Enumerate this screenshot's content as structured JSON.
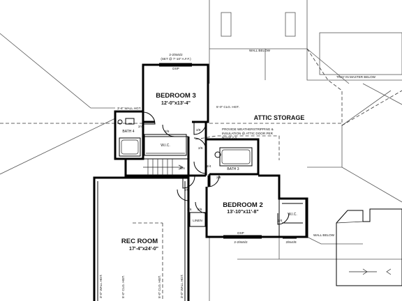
{
  "rooms": {
    "bedroom3": {
      "name": "BEDROOM 3",
      "dim": "12'-0\"x13'-4\""
    },
    "bedroom2": {
      "name": "BEDROOM 2",
      "dim": "13'-10\"x11'-8\""
    },
    "rec_room": {
      "name": "REC ROOM",
      "dim": "17'-4\"x24'-0\""
    },
    "attic": {
      "name": "ATTIC STORAGE"
    }
  },
  "labels": {
    "bath4": "BATH 4",
    "bath3": "BATH 3",
    "wic_left": "W.I.C.",
    "wic_right": "W.I.C.",
    "linen": "LINEN",
    "wall_below_top": "WALL BELOW",
    "tray_master": "TRAY IN MASTER BELOW",
    "wall_below_right": "WALL BELOW",
    "attic_note_1": "PROVIDE WEATHERSTRIPPING &",
    "attic_note_2": "INSULATION @ ATTIC DOOR PER",
    "attic_note_3": "N1102.2.3",
    "clg_ht_attic": "5'-0\" CLG. HGT.",
    "wall_ht_bath4": "3'-6\" WALL HGT.",
    "window_b3_1": "2-2/8x5/2",
    "window_b3_2": "(SET @ 7'-10\" A.F.F.)",
    "dsp_b3": "DSP",
    "window_b2": "2-2/8x5/2",
    "dsp_b2": "DSP",
    "window_wic": "2/8x4/8",
    "vert_1": "3'-0\" WALL HGT.",
    "vert_2": "5'-0\" CLG. HGT.",
    "vert_3": "5'-0\" CLG. HGT.",
    "vert_4": "3'-0\" WALL HGT."
  },
  "doors": {
    "d1": "2/4",
    "d2": "2/6",
    "d3": "2/8",
    "d4": "2/6",
    "d5": "2/4",
    "d6": "2/6",
    "d7": "2/8",
    "d8": "2/6",
    "d9": "2/4",
    "d10": "2/6"
  },
  "stairs": {
    "label": "DN"
  }
}
